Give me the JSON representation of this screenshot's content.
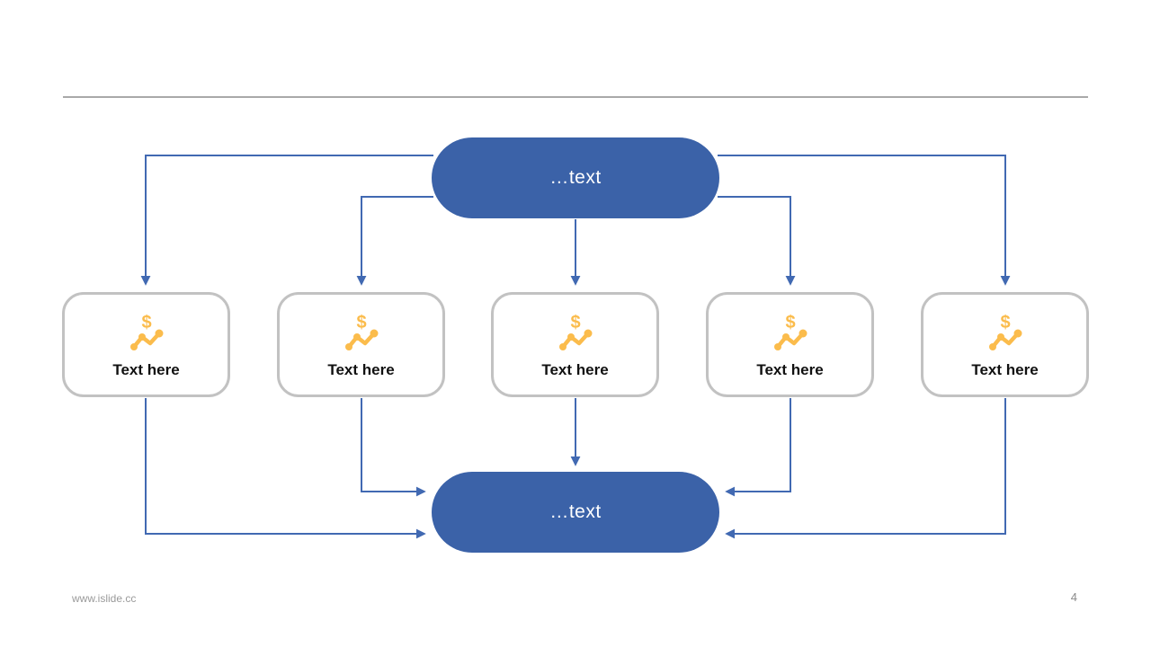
{
  "slide": {
    "footer": {
      "url": "www.islide.cc",
      "page_number": "4"
    }
  },
  "colors": {
    "node_blue": "#3b62a8",
    "connector_blue": "#4169b2",
    "box_border_gray": "#c2c2c2",
    "icon_yellow": "#fbbc4c",
    "divider_gray": "#a9a9a9"
  },
  "icons": {
    "dollar_glyph": "$"
  },
  "diagram": {
    "top_node": {
      "label": "…text"
    },
    "bottom_node": {
      "label": "…text"
    },
    "boxes": [
      {
        "label": "Text here",
        "icon": "dollar-trend-icon"
      },
      {
        "label": "Text here",
        "icon": "dollar-trend-icon"
      },
      {
        "label": "Text here",
        "icon": "dollar-trend-icon"
      },
      {
        "label": "Text here",
        "icon": "dollar-trend-icon"
      },
      {
        "label": "Text here",
        "icon": "dollar-trend-icon"
      }
    ]
  }
}
